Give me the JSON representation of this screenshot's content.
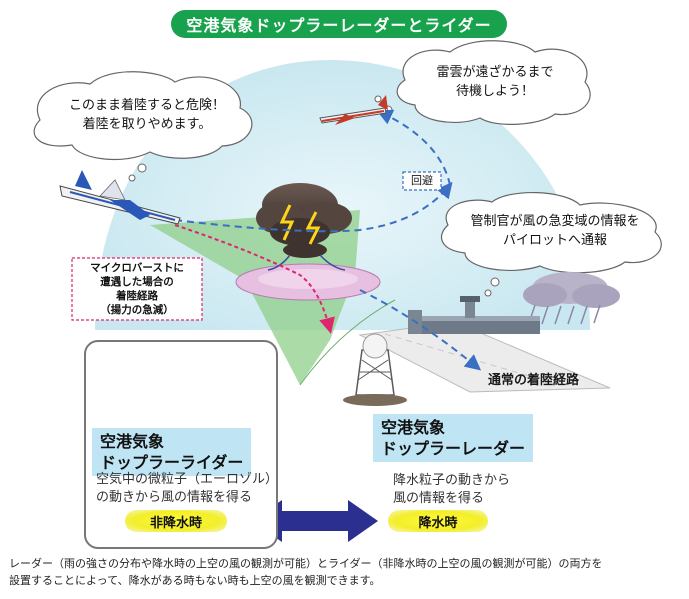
{
  "title": "空港気象ドップラーレーダーとライダー",
  "bubbles": {
    "left_line1": "このまま着陸すると危険！",
    "left_line2": "着陸を取りやめます。",
    "top_right_line1": "雷雲が遠ざかるまで",
    "top_right_line2": "待機しよう！",
    "controller_line1": "管制官が風の急変域の情報を",
    "controller_line2": "パイロットへ通報"
  },
  "labels": {
    "avoid": "回避",
    "microburst_line1": "マイクロバーストに",
    "microburst_line2": "遭遇した場合の",
    "microburst_line3": "着陸経路",
    "microburst_line4": "（揚力の急減）",
    "normal_route": "通常の着陸経路"
  },
  "lidar": {
    "title_line1": "空港気象",
    "title_line2": "ドップラーライダー",
    "desc_line1": "空気中の微粒子（エーロゾル）",
    "desc_line2": "の動きから風の情報を得る",
    "badge": "非降水時"
  },
  "radar": {
    "title_line1": "空港気象",
    "title_line2": "ドップラーレーダー",
    "desc_line1": "降水粒子の動きから",
    "desc_line2": "風の情報を得る",
    "badge": "降水時"
  },
  "footer": {
    "line1": "レーダー（雨の強さの分布や降水時の上空の風の観測が可能）とライダー（非降水時の上空の風の観測が可能）の両方を",
    "line2": "設置することによって、降水がある時もない時も上空の風を観測できます。"
  },
  "colors": {
    "title_green": "#19a24d",
    "dome_blue": "#cfeaf2",
    "scan_green": "#8fcf8a",
    "badge_yellow": "#fffb3a",
    "arrow_navy": "#2b2f8f",
    "dash_blue": "#3a6fc4",
    "dash_pink": "#e0246e"
  }
}
